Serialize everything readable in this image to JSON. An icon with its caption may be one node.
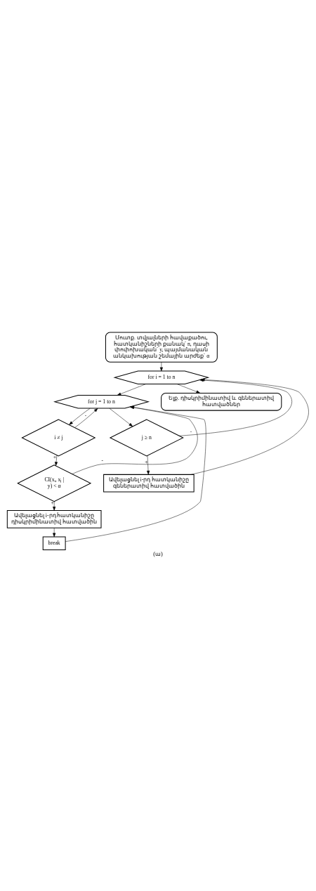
{
  "diagram": {
    "caption": "(ա)",
    "nodes": [
      {
        "text": [
          "Մուտք. տվյալների հավաքածու, հատկանիշների քանակ՝ n, դասի փոփոխական՝ y, պայմանական անկախության շեմային արժեք՝ α"
        ]
      },
      {
        "text": [
          "for i = 1 to n"
        ]
      },
      {
        "text": [
          "for j = 1 to n"
        ]
      },
      {
        "text": [
          "i ≠ j"
        ]
      },
      {
        "text": [
          "CI(xᵢ, xⱼ | y) < α"
        ]
      },
      {
        "text": [
          "Ավելացնել i-րդ հատկանիշը դիսկրիմինատիվ հատվածին"
        ]
      },
      {
        "text": [
          "break"
        ]
      },
      {
        "text": [
          "j ≥ n"
        ]
      },
      {
        "text": [
          "Ավելացնել i-րդ հատկանիշը գեներատիվ հատվածին"
        ]
      },
      {
        "text": [
          "Ելք. դիսկրիմինատիվ և գեներատիվ հատվածներ"
        ]
      }
    ],
    "edges": [
      {
        "from": 0,
        "to": 1,
        "arrow": "to"
      },
      {
        "from": 1,
        "to": 2,
        "arrow": "to"
      },
      {
        "from": 2,
        "to": 3,
        "arrow": "to"
      },
      {
        "from": 3,
        "to": 4,
        "arrow": "to",
        "label": "+"
      },
      {
        "from": 3,
        "to": 2,
        "arrow": "to",
        "label": "-"
      },
      {
        "from": 4,
        "to": 5,
        "arrow": "to",
        "label": "+"
      },
      {
        "from": 4,
        "to": 2,
        "arrow": "to",
        "label": "-"
      },
      {
        "from": 5,
        "to": 6,
        "arrow": "to"
      },
      {
        "from": 6,
        "to": 2,
        "arrow": "to"
      },
      {
        "from": 2,
        "to": 7,
        "arrow": "to"
      },
      {
        "from": 7,
        "to": 8,
        "arrow": "to",
        "label": "+"
      },
      {
        "from": 7,
        "to": 1,
        "arrow": "to",
        "label": "-"
      },
      {
        "from": 8,
        "to": 1,
        "arrow": "to"
      },
      {
        "from": 1,
        "to": 9,
        "arrow": "to"
      }
    ]
  }
}
